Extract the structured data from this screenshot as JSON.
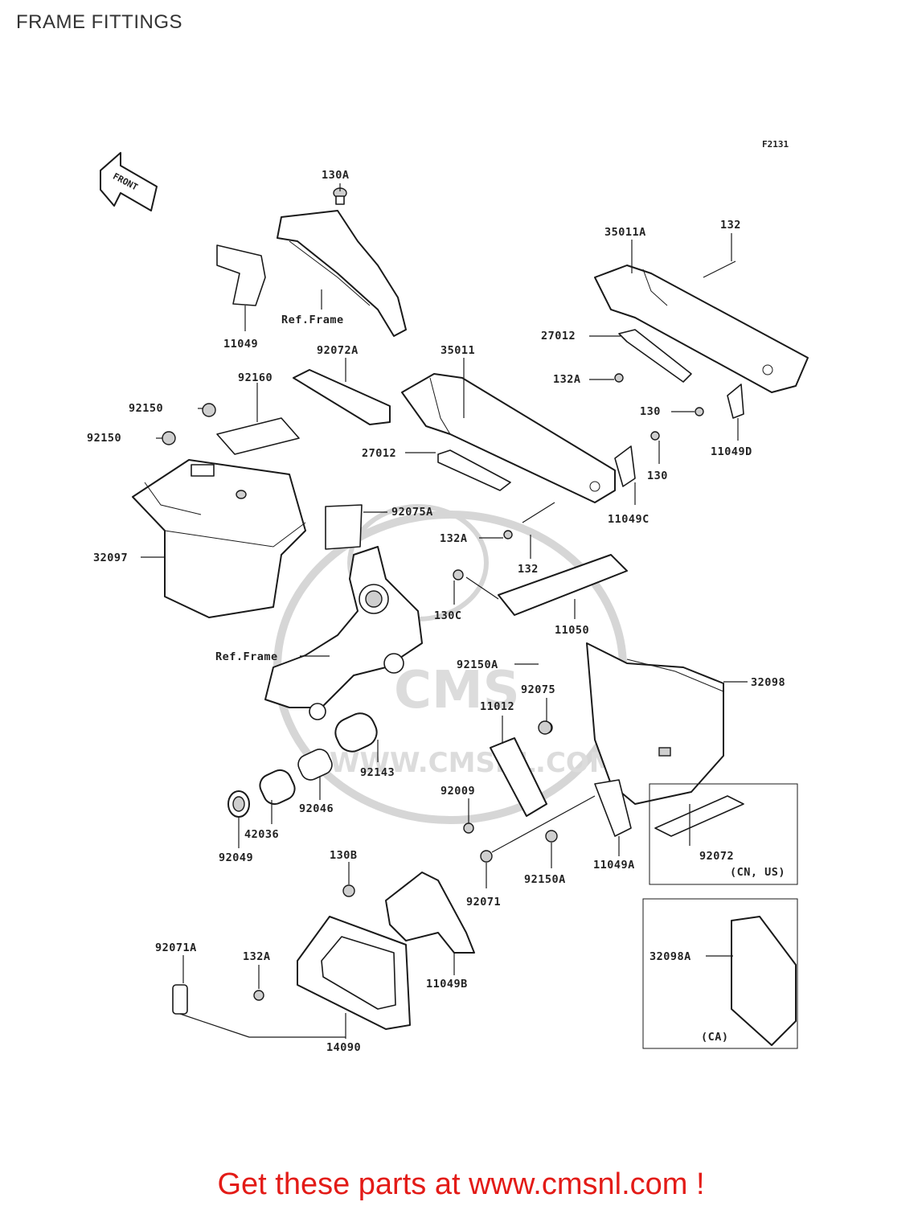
{
  "page_title": "FRAME FITTINGS",
  "diagram_code": "F2131",
  "front_marker": "FRONT",
  "watermark": "WWW.CMSNL.COM",
  "parts": {
    "p130A": "130A",
    "p11049": "11049",
    "ref_frame_top": "Ref.Frame",
    "p92072A": "92072A",
    "p92160": "92160",
    "p92150_a": "92150",
    "p92150_b": "92150",
    "p32097": "32097",
    "p35011": "35011",
    "p35011A": "35011A",
    "p132_top": "132",
    "p27012_top": "27012",
    "p132A_top": "132A",
    "p130_a": "130",
    "p11049D": "11049D",
    "p27012_mid": "27012",
    "p130_b": "130",
    "p11049C": "11049C",
    "p92075A": "92075A",
    "p132A_mid": "132A",
    "p132_mid": "132",
    "p130C": "130C",
    "p11050": "11050",
    "ref_frame_mid": "Ref.Frame",
    "p92150A_top": "92150A",
    "p32098": "32098",
    "p92075": "92075",
    "p11012": "11012",
    "p92143": "92143",
    "p92046": "92046",
    "p92009": "92009",
    "p42036": "42036",
    "p92049": "92049",
    "p92071": "92071",
    "p92150A_bot": "92150A",
    "p11049A": "11049A",
    "p92072": "92072",
    "cn_us": "(CN, US)",
    "p130B": "130B",
    "p11049B": "11049B",
    "p92071A": "92071A",
    "p132A_bot": "132A",
    "p14090": "14090",
    "p32098A": "32098A",
    "ca": "(CA)"
  },
  "footer": "Get these parts at www.cmsnl.com !",
  "colors": {
    "footer": "#e31b17",
    "lines": "#1a1a1a",
    "watermark": "#dcdcdc"
  }
}
